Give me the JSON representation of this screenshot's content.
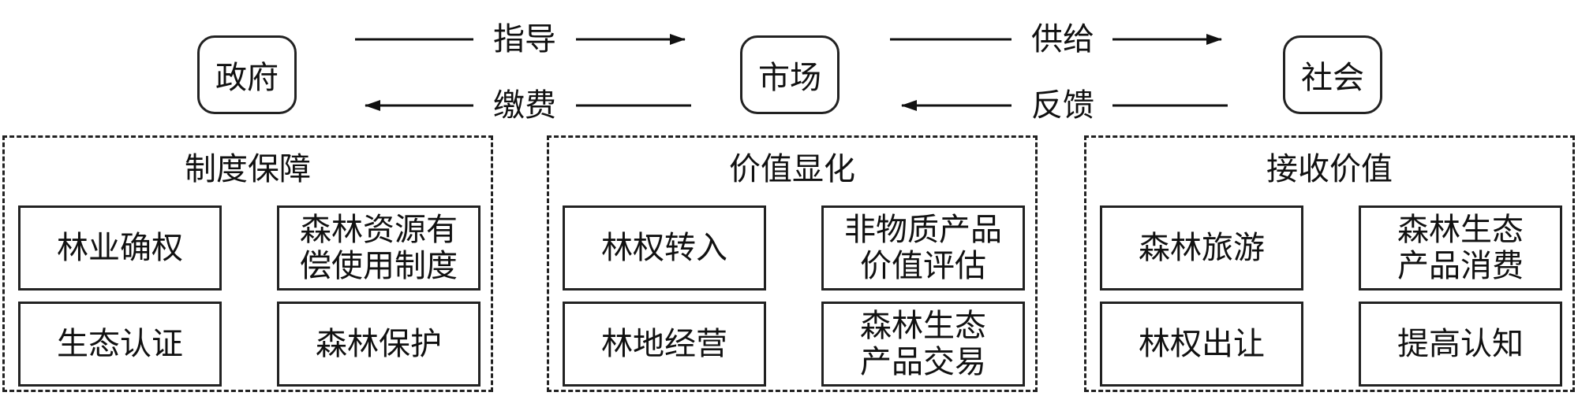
{
  "actors": {
    "government": "政府",
    "market": "市场",
    "society": "社会"
  },
  "flows": {
    "guide": "指导",
    "pay": "缴费",
    "supply": "供给",
    "feedback": "反馈"
  },
  "groups": [
    {
      "title": "制度保障",
      "items": [
        "林业确权",
        "森林资源有\n偿使用制度",
        "生态认证",
        "森林保护"
      ]
    },
    {
      "title": "价值显化",
      "items": [
        "林权转入",
        "非物质产品\n价值评估",
        "林地经营",
        "森林生态\n产品交易"
      ]
    },
    {
      "title": "接收价值",
      "items": [
        "森林旅游",
        "森林生态\n产品消费",
        "林权出让",
        "提高认知"
      ]
    }
  ]
}
